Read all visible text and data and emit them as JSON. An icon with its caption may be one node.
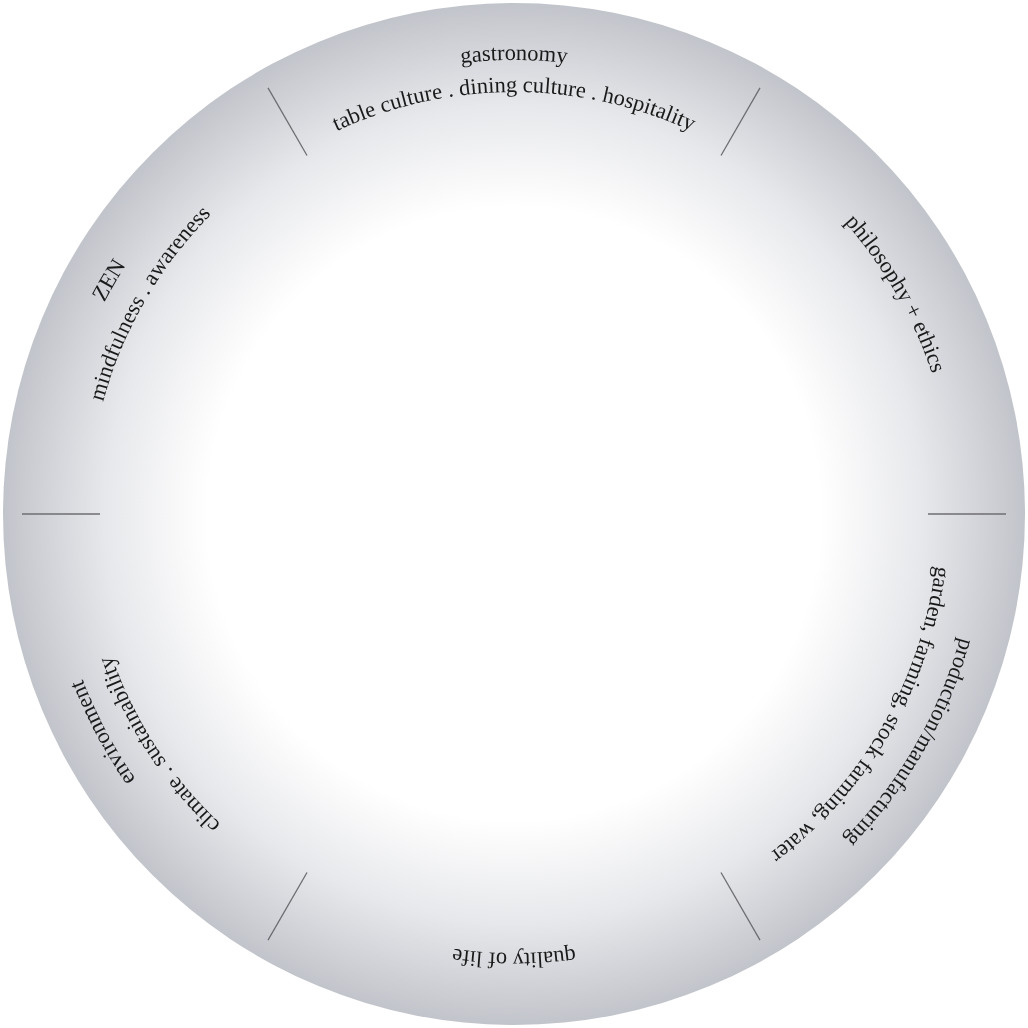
{
  "diagram": {
    "nodes": [
      {
        "text": [
          "gastronomy",
          "table culture . dining culture . hospitality"
        ]
      },
      {
        "text": [
          "philosophy + ethics"
        ]
      },
      {
        "text": [
          "production/manufacturing",
          "garden, farming, stock farming, water"
        ]
      },
      {
        "text": [
          "quality of life"
        ]
      },
      {
        "text": [
          "environment",
          "climate . sustainability"
        ]
      },
      {
        "text": [
          "ZEN",
          "mindfulness . awareness"
        ]
      }
    ]
  }
}
